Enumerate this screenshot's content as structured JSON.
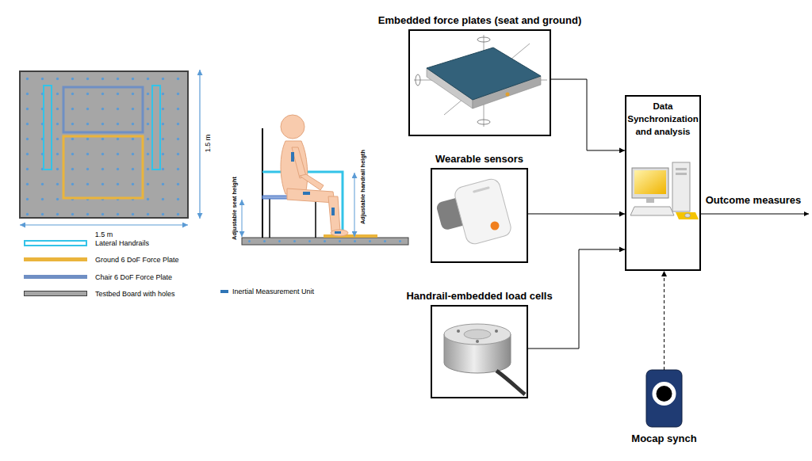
{
  "diagram": {
    "nodes": [
      {
        "text": [
          "Embedded force plates (seat and ground)"
        ]
      },
      {
        "text": [
          "Wearable sensors"
        ]
      },
      {
        "text": [
          "Handrail-embedded load cells"
        ]
      },
      {
        "text": [
          "Data Synchronization and analysis"
        ]
      },
      {
        "text": [
          "Mocap synch"
        ]
      }
    ],
    "edges": [
      {
        "from": 0,
        "to": 3,
        "arrow": "to"
      },
      {
        "from": 1,
        "to": 3,
        "arrow": "to"
      },
      {
        "from": 2,
        "to": 3,
        "arrow": "to"
      },
      {
        "from": 4,
        "to": 3,
        "arrow": "to"
      }
    ],
    "labels": [
      "1.5 m",
      "1.5 m",
      "Adjustable seat height",
      "Adjustable handrail heigth",
      "Outcome measures"
    ],
    "legend": [
      {
        "text": "Lateral Handrails"
      },
      {
        "text": "Ground 6 DoF Force Plate",
        "color": "#eab43c"
      },
      {
        "text": "Chair 6 DoF Force Plate",
        "color": "#6f8fc4"
      },
      {
        "text": "Testbed Board with holes",
        "color": "#a6a6a6"
      },
      {
        "text": "Inertial Measurement Unit",
        "color": "#2e75b6"
      }
    ]
  }
}
